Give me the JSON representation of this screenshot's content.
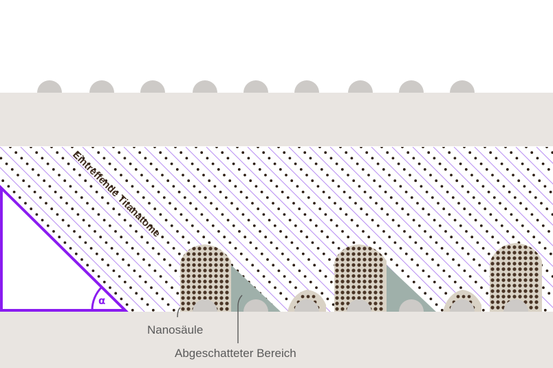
{
  "labels": {
    "beam": "Eintreffende Titanatome",
    "angle": "α",
    "pillar": "Nanosäule",
    "shadow": "Abgeschatteter Bereich"
  },
  "colors": {
    "substrate": "#e9e5e1",
    "bump": "#cdcac7",
    "pillar_fill": "#d9d2c5",
    "pillar_dots": "#4a3526",
    "shadow": "#9fb0aa",
    "beam_dots": "#2e1f14",
    "beam_lines": "#b88ef2",
    "angle": "#8a1cf0",
    "label_text": "#5a5a5a"
  }
}
